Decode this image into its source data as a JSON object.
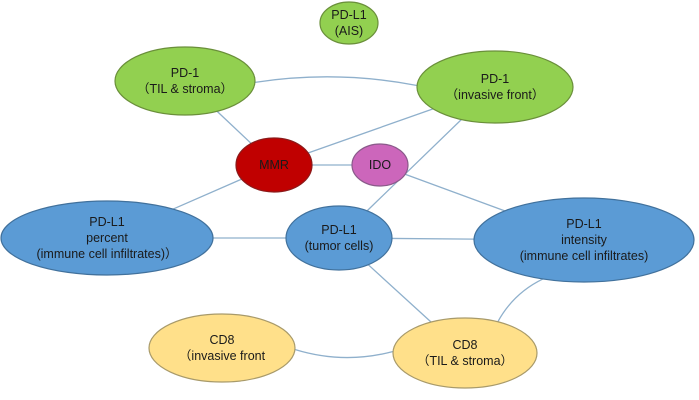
{
  "colors": {
    "green": "#92d050",
    "green_stroke": "#6a8f3a",
    "red": "#c00000",
    "red_stroke": "#8b1a1a",
    "purple": "#cc66bb",
    "purple_stroke": "#8a5a8a",
    "blue": "#5b9bd5",
    "blue_stroke": "#41719c",
    "yellow": "#ffe08a",
    "yellow_stroke": "#a89a6a",
    "edge": "#8fb0cc"
  },
  "nodes": [
    {
      "id": "pdl1_ais",
      "lines": [
        "PD-L1",
        "(AIS)"
      ],
      "color": "green"
    },
    {
      "id": "pd1_til",
      "lines": [
        "PD-1",
        "（TIL & stroma）"
      ],
      "color": "green"
    },
    {
      "id": "pd1_invasive",
      "lines": [
        "PD-1",
        "（invasive front）"
      ],
      "color": "green"
    },
    {
      "id": "mmr",
      "lines": [
        "MMR"
      ],
      "color": "red"
    },
    {
      "id": "ido",
      "lines": [
        "IDO"
      ],
      "color": "purple"
    },
    {
      "id": "pdl1_percent",
      "lines": [
        "PD-L1",
        "percent",
        "(immune cell infiltrates)）"
      ],
      "color": "blue"
    },
    {
      "id": "pdl1_tumor",
      "lines": [
        "PD-L1",
        "(tumor cells)"
      ],
      "color": "blue"
    },
    {
      "id": "pdl1_intensity",
      "lines": [
        "PD-L1",
        "intensity",
        "(immune cell infiltrates)"
      ],
      "color": "blue"
    },
    {
      "id": "cd8_invasive",
      "lines": [
        "CD8",
        "（invasive front"
      ],
      "color": "yellow"
    },
    {
      "id": "cd8_til",
      "lines": [
        "CD8",
        "（TIL & stroma）"
      ],
      "color": "yellow"
    }
  ],
  "edges": [
    [
      "pd1_til",
      "pd1_invasive"
    ],
    [
      "pd1_til",
      "mmr"
    ],
    [
      "pd1_invasive",
      "mmr"
    ],
    [
      "pd1_invasive",
      "pdl1_tumor"
    ],
    [
      "mmr",
      "ido"
    ],
    [
      "mmr",
      "pdl1_percent"
    ],
    [
      "ido",
      "pdl1_intensity"
    ],
    [
      "pdl1_percent",
      "pdl1_tumor"
    ],
    [
      "pdl1_tumor",
      "pdl1_intensity"
    ],
    [
      "pdl1_tumor",
      "cd8_til"
    ],
    [
      "pdl1_intensity",
      "cd8_til"
    ],
    [
      "cd8_invasive",
      "cd8_til"
    ]
  ]
}
